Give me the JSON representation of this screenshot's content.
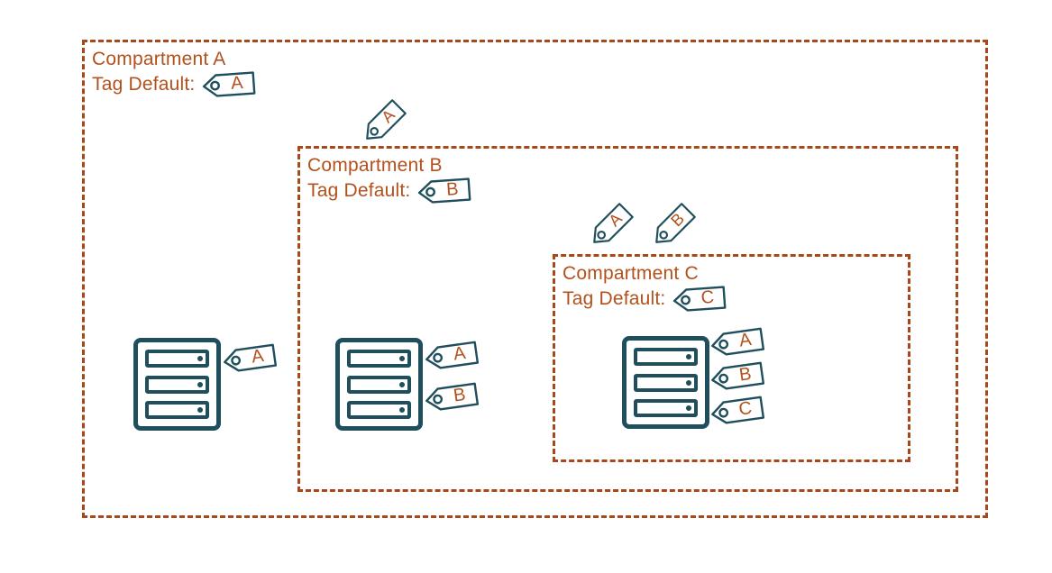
{
  "colors": {
    "compartment_border": "#a8481a",
    "label_text": "#b3511d",
    "tag_outline": "#1f4e5c",
    "tag_letter": "#b3511d"
  },
  "compartments": {
    "a": {
      "title": "Compartment A",
      "tag_default_label": "Tag Default:",
      "tag_default": "A"
    },
    "b": {
      "title": "Compartment B",
      "tag_default_label": "Tag Default:",
      "tag_default": "B"
    },
    "c": {
      "title": "Compartment C",
      "tag_default_label": "Tag Default:",
      "tag_default": "C"
    }
  },
  "floating_tags": {
    "above_b": [
      "A"
    ],
    "above_c": [
      "A",
      "B"
    ]
  },
  "servers": {
    "a": {
      "tags": [
        "A"
      ]
    },
    "b": {
      "tags": [
        "A",
        "B"
      ]
    },
    "c": {
      "tags": [
        "A",
        "B",
        "C"
      ]
    }
  }
}
